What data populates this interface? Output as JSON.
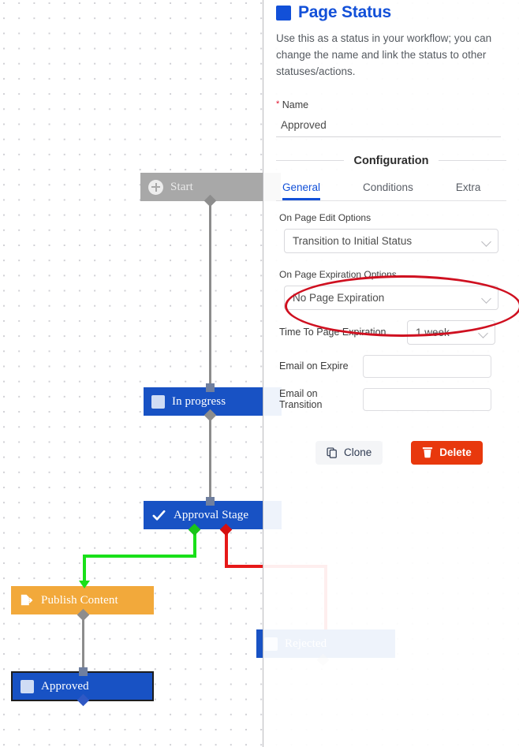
{
  "panel": {
    "icon": "blue-square-icon",
    "title": "Page Status",
    "description": "Use this as a status in your workflow; you can change the name and link the status to other statuses/actions.",
    "name_label": "Name",
    "name_required_mark": "*",
    "name_value": "Approved",
    "section_title": "Configuration",
    "tabs": [
      {
        "label": "General",
        "active": true
      },
      {
        "label": "Conditions",
        "active": false
      },
      {
        "label": "Extra",
        "active": false
      }
    ],
    "fields": {
      "on_page_edit_label": "On Page Edit Options",
      "on_page_edit_value": "Transition to Initial Status",
      "on_page_expiration_label": "On Page Expiration Options",
      "on_page_expiration_value": "No Page Expiration",
      "time_to_expiration_label": "Time To Page Expiration",
      "time_to_expiration_value": "1 week",
      "email_on_expire_label": "Email on Expire",
      "email_on_expire_value": "",
      "email_on_transition_label": "Email on Transition",
      "email_on_transition_value": ""
    },
    "buttons": {
      "clone_label": "Clone",
      "delete_label": "Delete"
    },
    "accent_color": "#1250d8",
    "delete_color": "#e8380d",
    "annotation_color": "#cf1020"
  },
  "canvas": {
    "nodes": [
      {
        "id": "start",
        "label": "Start",
        "icon": "plus-circle-icon",
        "color": "#a8a8a8"
      },
      {
        "id": "in-progress",
        "label": "In progress",
        "icon": "square-icon",
        "color": "#1852c4"
      },
      {
        "id": "approval-stage",
        "label": "Approval Stage",
        "icon": "check-icon",
        "color": "#1852c4"
      },
      {
        "id": "publish-content",
        "label": "Publish Content",
        "icon": "document-export-icon",
        "color": "#f2a93b"
      },
      {
        "id": "rejected",
        "label": "Rejected",
        "icon": "square-icon",
        "color": "#1852c4"
      },
      {
        "id": "approved",
        "label": "Approved",
        "icon": "square-icon",
        "color": "#1852c4",
        "selected": true
      }
    ],
    "connector_colors": {
      "default": "#8c8c8c",
      "approve": "#19e019",
      "reject": "#e61919"
    }
  }
}
